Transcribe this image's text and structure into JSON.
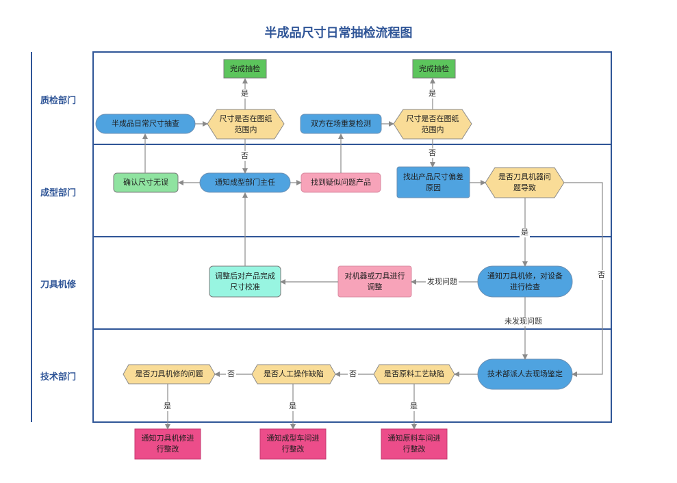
{
  "title": "半成品尺寸日常抽检流程图",
  "colors": {
    "lane_border": "#2f5597",
    "blue": "#4fa3e0",
    "hex": "#f9dc97",
    "green_top": "#5cc55c",
    "green_light": "#8fe3a0",
    "pink": "#f7a3b9",
    "teal": "#98f5e1",
    "magenta": "#ec4d8a"
  },
  "lanes": [
    "质检部门",
    "成型部门",
    "刀具机修",
    "技术部门"
  ],
  "nodes": {
    "done_1": "完成抽检",
    "done_2": "完成抽检",
    "daily_check": "半成品日常尺寸抽查",
    "in_range_1": "尺寸是否在图纸范围内",
    "recheck": "双方在场重复检测",
    "in_range_2": "尺寸是否在图纸范围内",
    "confirm_ok": "确认尺寸无误",
    "notify_molding": "通知成型部门主任",
    "find_product": "找到疑似问题产品",
    "find_cause": "找出产品尺寸偏差原因",
    "tool_machine_q": "是否刀具机器问题导致",
    "adjust_calibrate": "调整后对产品完成尺寸校准",
    "adjust_machine": "对机器或刀具进行调整",
    "notify_repair": "通知刀具机修，对设备进行检查",
    "tech_dispatch": "技术部派人去现场鉴定",
    "tool_repair_q": "是否刀具机修的问题",
    "manual_op_q": "是否人工操作缺陷",
    "material_q": "是否原料工艺缺陷",
    "notify_tool_fix": "通知刀具机修进行整改",
    "notify_molding_fix": "通知成型车间进行整改",
    "notify_material_fix": "通知原料车间进行整改"
  },
  "edge_labels": {
    "yes_1": "是",
    "yes_2": "是",
    "no_1": "否",
    "no_2": "否",
    "yes_tool": "是",
    "no_tool": "否",
    "found": "发现问题",
    "not_found": "未发现问题",
    "no_tech_1": "否",
    "no_tech_2": "否",
    "yes_b1": "是",
    "yes_b2": "是",
    "yes_b3": "是"
  }
}
